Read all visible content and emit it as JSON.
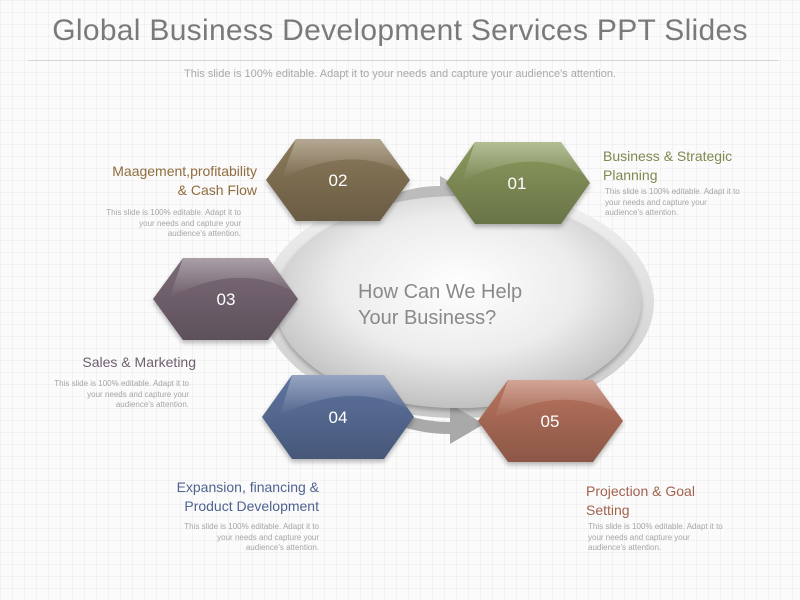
{
  "title": "Global Business Development Services PPT Slides",
  "subtitle": "This slide is 100% editable. Adapt it to your needs and capture your audience's attention.",
  "center": {
    "line1": "How Can We Help",
    "line2": "Your Business?"
  },
  "colors": {
    "hex01": "#8b9a5e",
    "hex02": "#8c7a5a",
    "hex03": "#7c6b78",
    "hex04": "#5e74a0",
    "hex05": "#b9745e",
    "label01": "#7d8a4f",
    "label02": "#8f6d3e",
    "label03": "#6f6070",
    "label04": "#4f6290",
    "label05": "#a2624e"
  },
  "items": [
    {
      "number": "01",
      "title_line1": "Business & Strategic",
      "title_line2": "Planning",
      "desc_line1": "This slide is 100% editable.  Adapt it to",
      "desc_line2": "your needs and capture your",
      "desc_line3": "audience's attention."
    },
    {
      "number": "02",
      "title_line1": "Maagement,profitability",
      "title_line2": "& Cash Flow",
      "desc_line1": "This slide is 100% editable.  Adapt it to",
      "desc_line2": "your needs and capture your",
      "desc_line3": "audience's attention."
    },
    {
      "number": "03",
      "title_line1": "Sales & Marketing",
      "title_line2": "",
      "desc_line1": "This slide is 100% editable.  Adapt it to",
      "desc_line2": "your needs and capture your",
      "desc_line3": "audience's attention."
    },
    {
      "number": "04",
      "title_line1": "Expansion, financing &",
      "title_line2": "Product Development",
      "desc_line1": "This slide is 100% editable.  Adapt it to",
      "desc_line2": "your needs and capture your",
      "desc_line3": "audience's attention."
    },
    {
      "number": "05",
      "title_line1": "Projection & Goal",
      "title_line2": "Setting",
      "desc_line1": "This slide is 100% editable.  Adapt it to",
      "desc_line2": "your needs and capture your",
      "desc_line3": "audience's attention."
    }
  ]
}
